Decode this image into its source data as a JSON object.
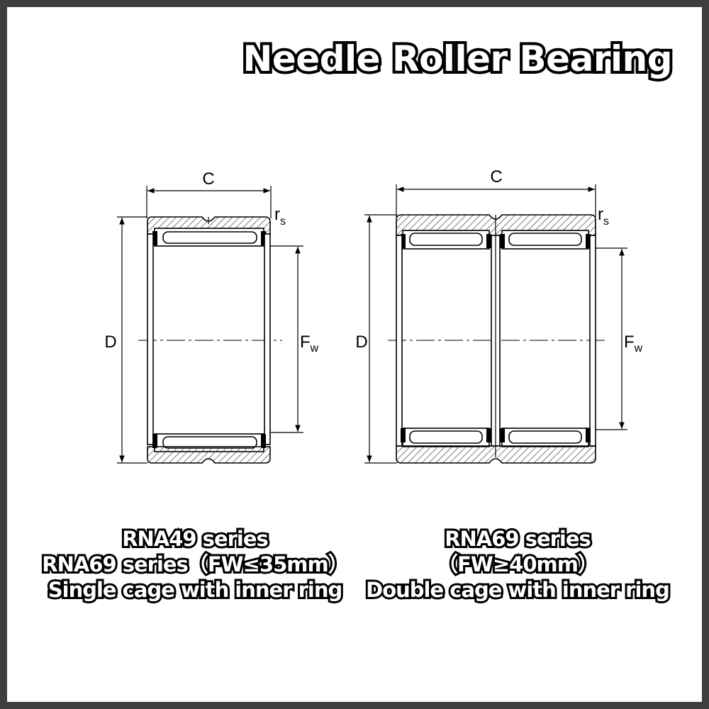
{
  "title": "Needle Roller Bearing",
  "labels": {
    "width": "C",
    "outer_diameter": "D",
    "roller_set_prefix": "F",
    "roller_set_sub": "w",
    "radius_prefix": "r",
    "radius_sub": "s"
  },
  "captions": {
    "single": [
      "RNA49 series",
      "RNA69 series（FW≤35mm）",
      "Single cage with inner ring"
    ],
    "double": [
      "RNA69 series",
      "（FW≥40mm）",
      "Double cage with inner ring"
    ]
  },
  "colors": {
    "frame": "#3e3e3e",
    "line": "#000000",
    "hatch": "#444444"
  }
}
